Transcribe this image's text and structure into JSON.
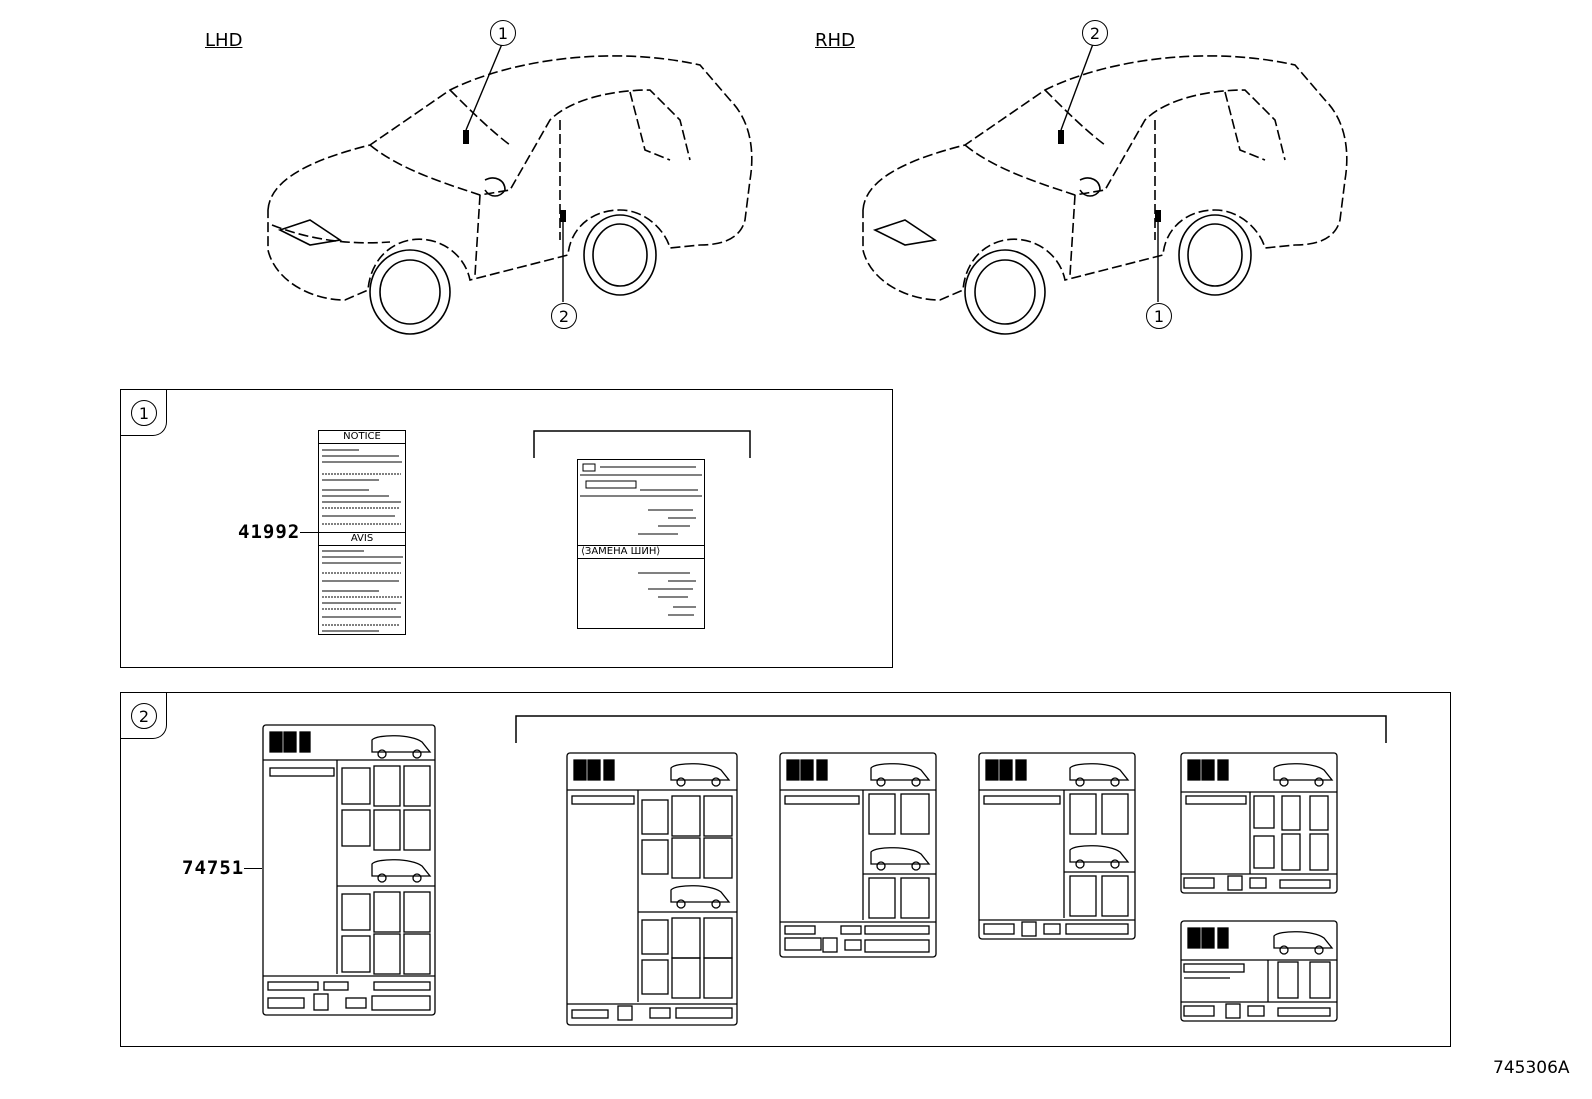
{
  "overview": {
    "lhd": {
      "label": "LHD",
      "callout_top": "1",
      "callout_bottom": "2"
    },
    "rhd": {
      "label": "RHD",
      "callout_top": "2",
      "callout_bottom": "1"
    }
  },
  "panel1": {
    "callout": "1",
    "part_number": "41992",
    "label_a": {
      "line1": "NOTICE",
      "line2": "AVIS"
    },
    "label_b": {
      "line1": "⟨ЗАМЕНА ШИН⟩"
    }
  },
  "panel2": {
    "callout": "2",
    "part_number": "74751"
  },
  "ref": "745306A"
}
